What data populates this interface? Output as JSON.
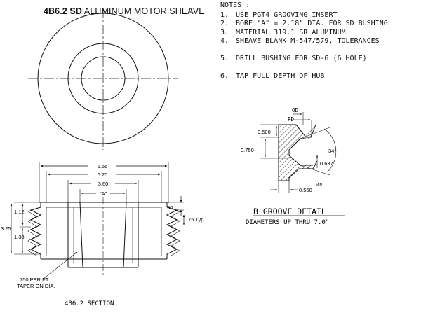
{
  "title": {
    "part_no": "4B6.2 SD",
    "name": "ALUMINUM MOTOR SHEAVE"
  },
  "notes": {
    "header": "NOTES :",
    "items": [
      {
        "num": "1.",
        "text": "USE PGT4 GROOVING INSERT"
      },
      {
        "num": "2.",
        "text": "BORE \"A\" = 2.18\" DIA. FOR SD BUSHING"
      },
      {
        "num": "3.",
        "text": "MATERIAL 319.1 SR ALUMINUM"
      },
      {
        "num": "4.",
        "text": "SHEAVE BLANK M-547/579, TOLERANCES"
      },
      {
        "num": "5.",
        "text": "DRILL BUSHING FOR SD-6 (6 HOLE)"
      },
      {
        "num": "6.",
        "text": "TAP FULL DEPTH OF HUB"
      }
    ]
  },
  "section": {
    "dims": {
      "d655": "6.55",
      "d620": "6.20",
      "d360": "3.60",
      "bore": "\"A\"",
      "h112": "1.12",
      "h325": "3.25",
      "h138": "1.38",
      "g050": ".50",
      "pitch": ".75 Typ."
    },
    "taper_line1": ".750 PER FT.",
    "taper_line2": "TAPER ON DIA.",
    "caption": "4B6.2 SECTION"
  },
  "groove_detail": {
    "od": "OD",
    "pd": "PD",
    "d0500": "0.500",
    "d0750": "0.750",
    "angle": "34°",
    "d0637": "0.637",
    "d0550": "0.550",
    "min": "MIN",
    "caption": "B GROOVE DETAIL",
    "subcaption": "DIAMETERS UP THRU 7.0\""
  }
}
